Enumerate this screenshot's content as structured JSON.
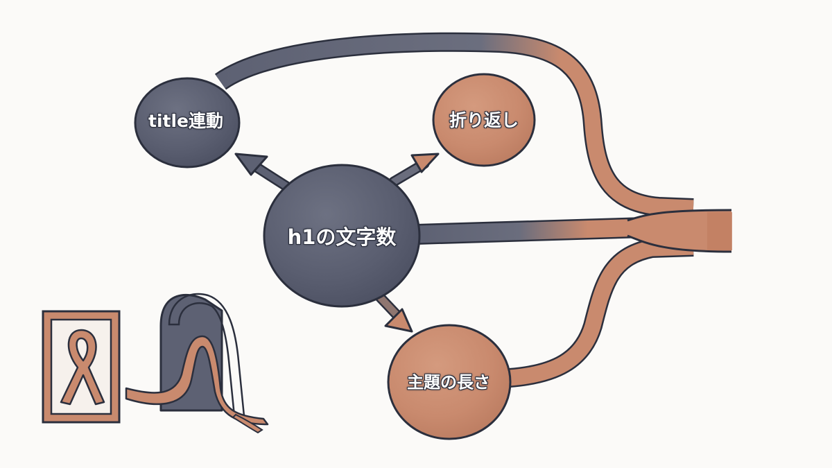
{
  "nodes": {
    "title_link": {
      "label": "title連動"
    },
    "h1_chars": {
      "label": "h1の文字数"
    },
    "wrapping": {
      "label": "折り返し"
    },
    "topic_length": {
      "label": "主題の長さ"
    }
  },
  "colors": {
    "slate": "#5d6173",
    "slate_dark": "#4a4e5e",
    "terracotta": "#c98a6e",
    "terracotta_dark": "#b57358",
    "outline": "#2b2f3d",
    "background": "#fbfaf8"
  },
  "icons": {
    "framed_ribbon": "framed-ribbon-icon",
    "arch_ribbon": "arch-ribbon-icon"
  }
}
